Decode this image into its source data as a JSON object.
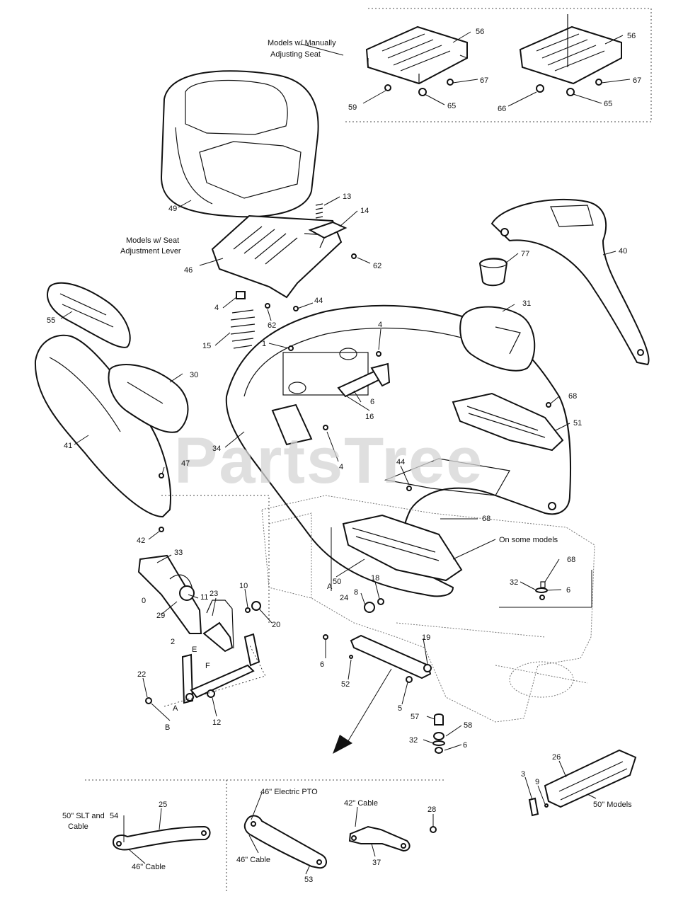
{
  "watermark": "PartsTree",
  "notes": {
    "manual_seat_1": "Models w/ Manually",
    "manual_seat_2": "Adjusting Seat",
    "seat_lever_1": "Models w/ Seat",
    "seat_lever_2": "Adjustment Lever",
    "on_some_models": "On some models",
    "slt_cable_1": "50\" SLT and",
    "slt_cable_2": "Cable",
    "electric_pto": "46\" Electric PTO",
    "cable_42": "42\" Cable",
    "cable_46_left": "46\" Cable",
    "cable_46_mid": "46\" Cable",
    "models_50": "50\" Models"
  },
  "callouts": {
    "c56a": "56",
    "c67a": "67",
    "c59": "59",
    "c65a": "65",
    "c56b": "56",
    "c67b": "67",
    "c66": "66",
    "c65b": "65",
    "c49": "49",
    "c13": "13",
    "c14": "14",
    "c46": "46",
    "c62a": "62",
    "c40": "40",
    "c77": "77",
    "c4a": "4",
    "c62b": "62",
    "c44a": "44",
    "c55": "55",
    "c15": "15",
    "c1": "1",
    "c4b": "4",
    "c31": "31",
    "c6a": "6",
    "c16": "16",
    "c30a": "30",
    "c68a": "68",
    "c51": "51",
    "c41": "41",
    "c34": "34",
    "c4c": "4",
    "c44b": "44",
    "c47": "47",
    "c68b": "68",
    "c42": "42",
    "c33": "33",
    "c11": "11",
    "c50": "50",
    "c68c": "68",
    "c32a": "32",
    "c6b": "6",
    "cA1": "A",
    "c10": "10",
    "c18": "18",
    "c8a": "8",
    "c24": "24",
    "c23": "23",
    "c29": "29",
    "c20": "20",
    "c0": "0",
    "c19": "19",
    "c2": "2",
    "cE": "E",
    "cF": "F",
    "c6c": "6",
    "c52": "52",
    "c22": "22",
    "c5": "5",
    "cA2": "A",
    "cB": "B",
    "c12": "12",
    "c57": "57",
    "c58": "58",
    "c32b": "32",
    "c6d": "6",
    "c26": "26",
    "c3": "3",
    "c9": "9",
    "c25": "25",
    "c54": "54",
    "c28": "28",
    "c37": "37",
    "c53": "53"
  }
}
